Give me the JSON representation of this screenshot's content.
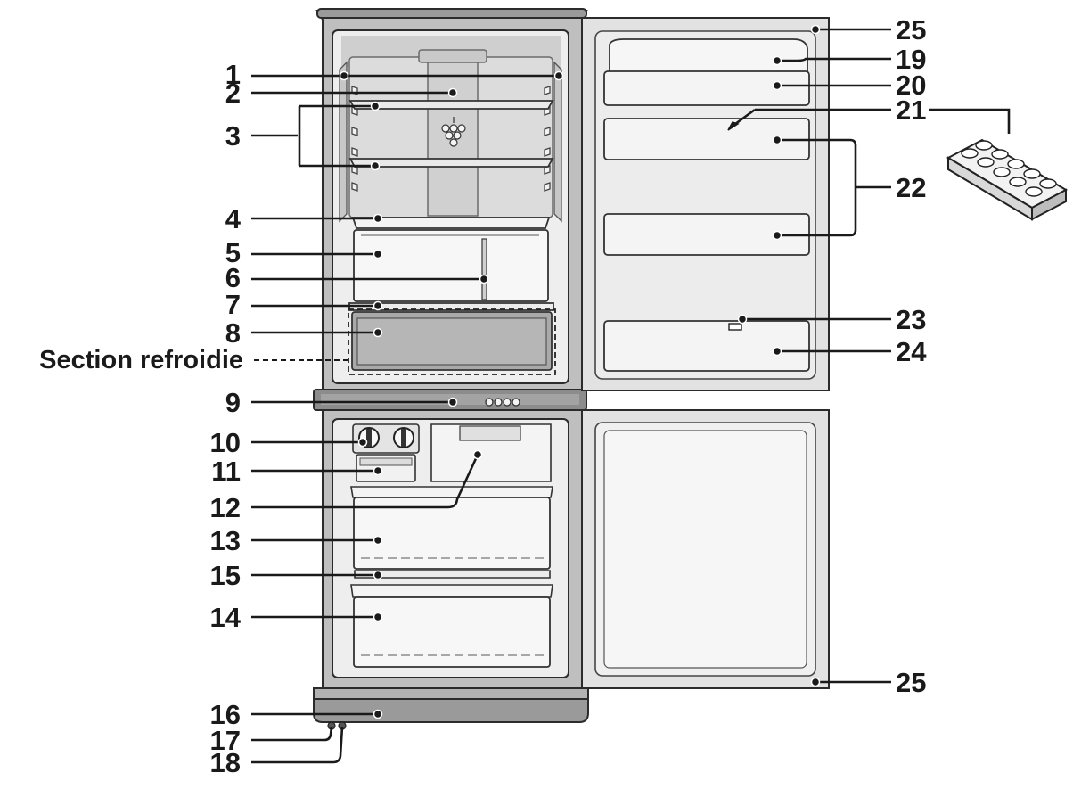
{
  "figure": {
    "callouts": {
      "n1": "1",
      "n2": "2",
      "n3": "3",
      "n4": "4",
      "n5": "5",
      "n6": "6",
      "n7": "7",
      "n8": "8",
      "n9": "9",
      "n10": "10",
      "n11": "11",
      "n12": "12",
      "n13": "13",
      "n14": "14",
      "n15": "15",
      "n16": "16",
      "n17": "17",
      "n18": "18",
      "n19": "19",
      "n20": "20",
      "n21": "21",
      "n22": "22",
      "n23": "23",
      "n24": "24",
      "n25a": "25",
      "n25b": "25"
    },
    "section_label": "Section refroidie"
  },
  "colors": {
    "cabinet": "#bfbfbf",
    "cabinet_dark": "#8c8c8c",
    "liner": "#eeeeee",
    "liner_back": "#d4d4d4",
    "door": "#e2e2e2",
    "drawer": "#f7f7f7",
    "chilled": "#a9a9a9",
    "ink": "#1a1a1a"
  },
  "icons": [
    "grapes-icon",
    "ice-tray-icon",
    "temperature-dial-icon"
  ]
}
